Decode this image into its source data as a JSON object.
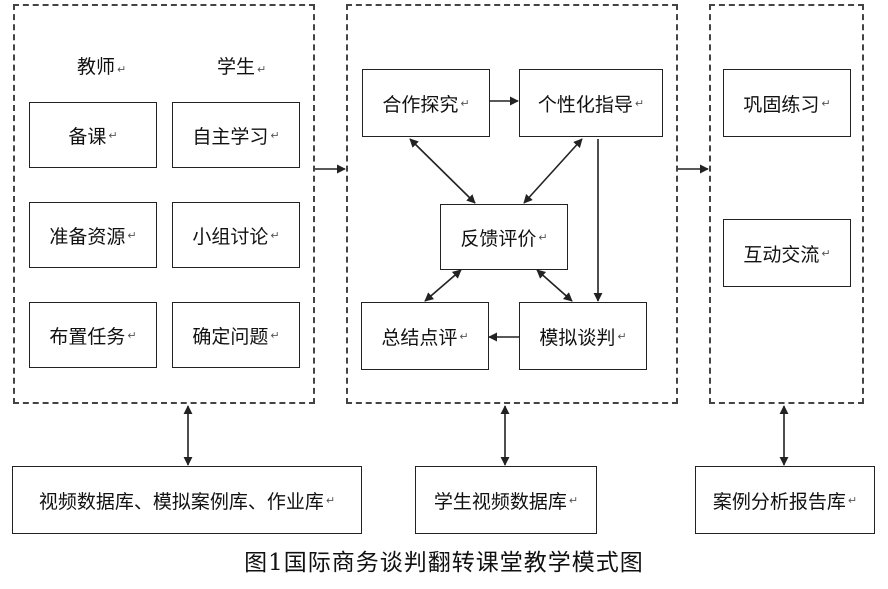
{
  "left_panel": {
    "teacher_header": "教师",
    "student_header": "学生",
    "teacher_boxes": [
      "备课",
      "准备资源",
      "布置任务"
    ],
    "student_boxes": [
      "自主学习",
      "小组讨论",
      "确定问题"
    ]
  },
  "middle_panel": {
    "cooperative_inquiry": "合作探究",
    "personalized_guidance": "个性化指导",
    "feedback_evaluation": "反馈评价",
    "summary_comment": "总结点评",
    "mock_negotiation": "模拟谈判"
  },
  "right_panel": {
    "consolidation_practice": "巩固练习",
    "interactive_exchange": "互动交流"
  },
  "bottom_boxes": {
    "left": "视频数据库、模拟案例库、作业库",
    "middle": "学生视频数据库",
    "right": "案例分析报告库"
  },
  "caption": "图1国际商务谈判翻转课堂教学模式图",
  "paragraph_mark": "↵"
}
